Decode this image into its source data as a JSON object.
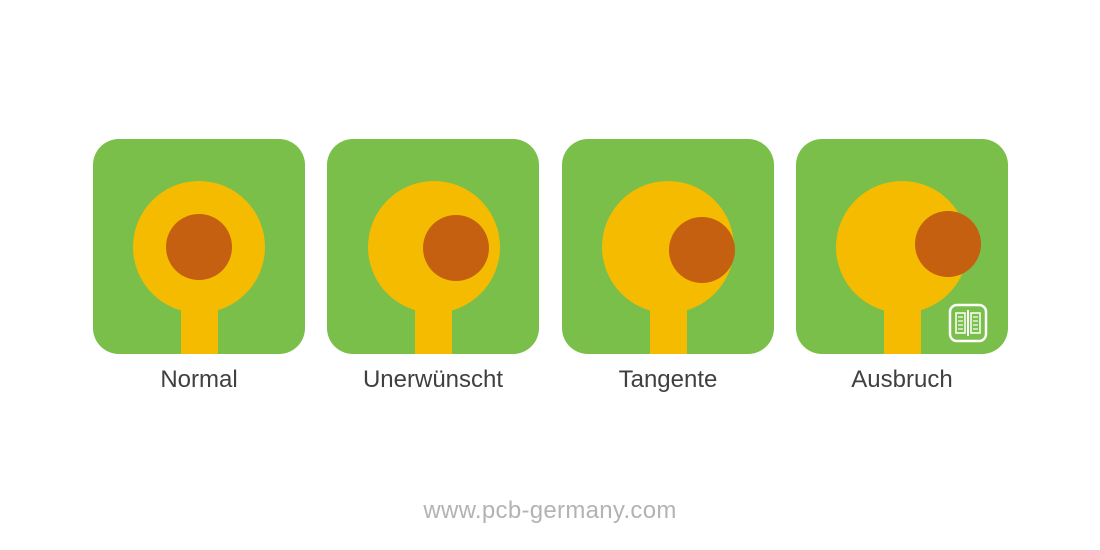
{
  "colors": {
    "board": "#79bf4a",
    "pad": "#f5bb00",
    "drill": "#c4600f",
    "caption": "#404040",
    "footer": "#b3b3b3"
  },
  "tiles": [
    {
      "label": "Normal"
    },
    {
      "label": "Unerwünscht"
    },
    {
      "label": "Tangente"
    },
    {
      "label": "Ausbruch",
      "logo": "pcb-germany-logo-icon"
    }
  ],
  "footer": {
    "url": "www.pcb-germany.com"
  }
}
